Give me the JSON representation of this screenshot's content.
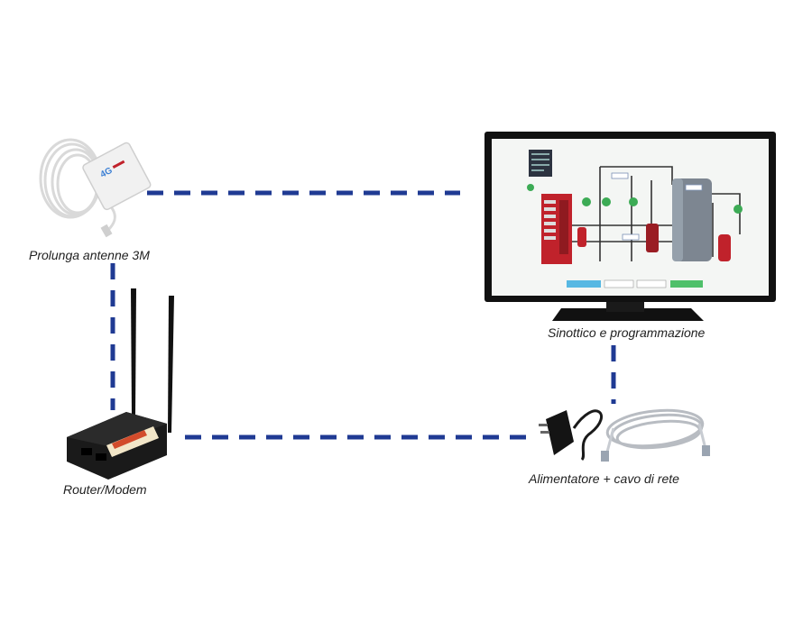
{
  "labels": {
    "antenna": "Prolunga antenne 3M",
    "tv": "Sinottico e programmazione",
    "router": "Router/Modem",
    "power": "Alimentatore + cavo di rete"
  },
  "colors": {
    "connector": "#1f3a93",
    "device_dark": "#1a1a1a",
    "tv_screen": "#f4f6f4",
    "tank": "#7d8691",
    "boiler_red": "#c0222b",
    "cable_white": "#e6e6e6"
  },
  "icons": [
    "antenna-icon",
    "tv-monitor-icon",
    "router-icon",
    "power-adapter-icon",
    "network-cable-icon"
  ]
}
